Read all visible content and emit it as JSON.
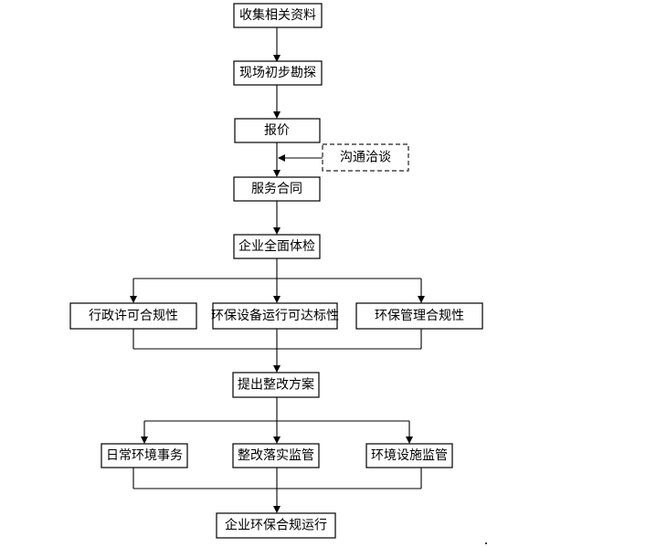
{
  "diagram": {
    "nodes": {
      "collect": {
        "label": "收集相关资料"
      },
      "survey": {
        "label": "现场初步勘探"
      },
      "quote": {
        "label": "报价"
      },
      "negotiate": {
        "label": "沟通洽谈"
      },
      "contract": {
        "label": "服务合同"
      },
      "checkup": {
        "label": "企业全面体检"
      },
      "admin": {
        "label": "行政许可合规性"
      },
      "equipment": {
        "label": "环保设备运行可达标性"
      },
      "management": {
        "label": "环保管理合规性"
      },
      "plan": {
        "label": "提出整改方案"
      },
      "daily": {
        "label": "日常环境事务"
      },
      "rectify": {
        "label": "整改落实监管"
      },
      "facility": {
        "label": "环境设施监管"
      },
      "compliance": {
        "label": "企业环保合规运行"
      }
    },
    "colors": {
      "line": "#000000",
      "box_border": "#000000",
      "background": "#ffffff"
    }
  }
}
